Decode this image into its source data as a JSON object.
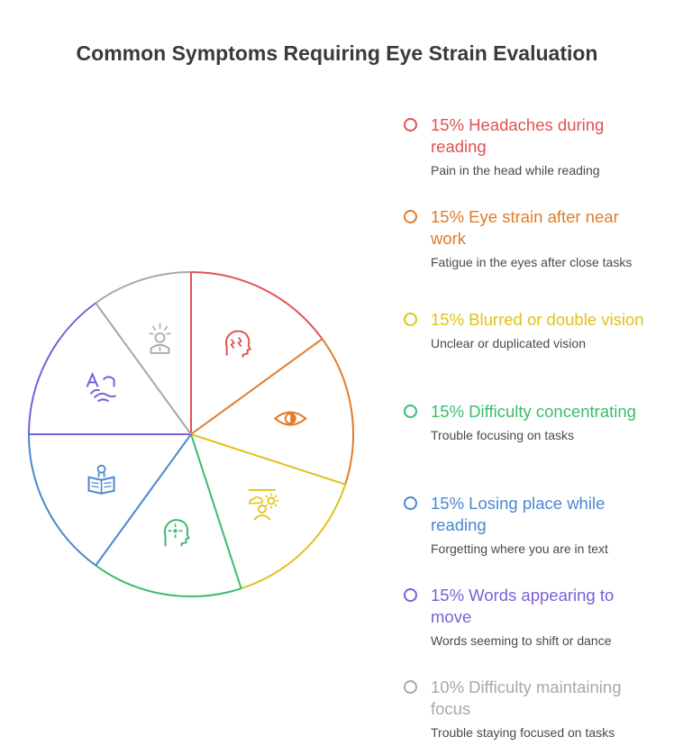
{
  "title": "Common Symptoms Requiring Eye Strain Evaluation",
  "chart_data": {
    "type": "pie",
    "title": "Common Symptoms Requiring Eye Strain Evaluation",
    "slices": [
      {
        "label": "Headaches during reading",
        "percent_label": "15%",
        "value": 15,
        "description": "Pain in the head while reading",
        "color": "#e05252",
        "icon": "head-lightning-icon"
      },
      {
        "label": "Eye strain after near work",
        "percent_label": "15%",
        "value": 15,
        "description": "Fatigue in the eyes after close tasks",
        "color": "#e07c2b",
        "icon": "eye-icon"
      },
      {
        "label": "Blurred or double vision",
        "percent_label": "15%",
        "value": 15,
        "description": "Unclear or duplicated vision",
        "color": "#e0c21c",
        "icon": "person-sun-cloud-icon"
      },
      {
        "label": "Difficulty concentrating",
        "percent_label": "15%",
        "value": 15,
        "description": "Trouble focusing on tasks",
        "color": "#3dbb6c",
        "icon": "head-focus-icon"
      },
      {
        "label": "Losing place while reading",
        "percent_label": "15%",
        "value": 15,
        "description": "Forgetting where you are in text",
        "color": "#4a87cf",
        "icon": "person-reading-icon"
      },
      {
        "label": "Words appearing to move",
        "percent_label": "15%",
        "value": 15,
        "description": "Words seeming to shift or dance",
        "color": "#7b5fd6",
        "icon": "moving-letters-icon"
      },
      {
        "label": "Difficulty maintaining focus",
        "percent_label": "10%",
        "value": 10,
        "description": "Trouble staying focused on tasks",
        "color": "#a8a8a8",
        "icon": "distracted-person-icon"
      }
    ]
  }
}
